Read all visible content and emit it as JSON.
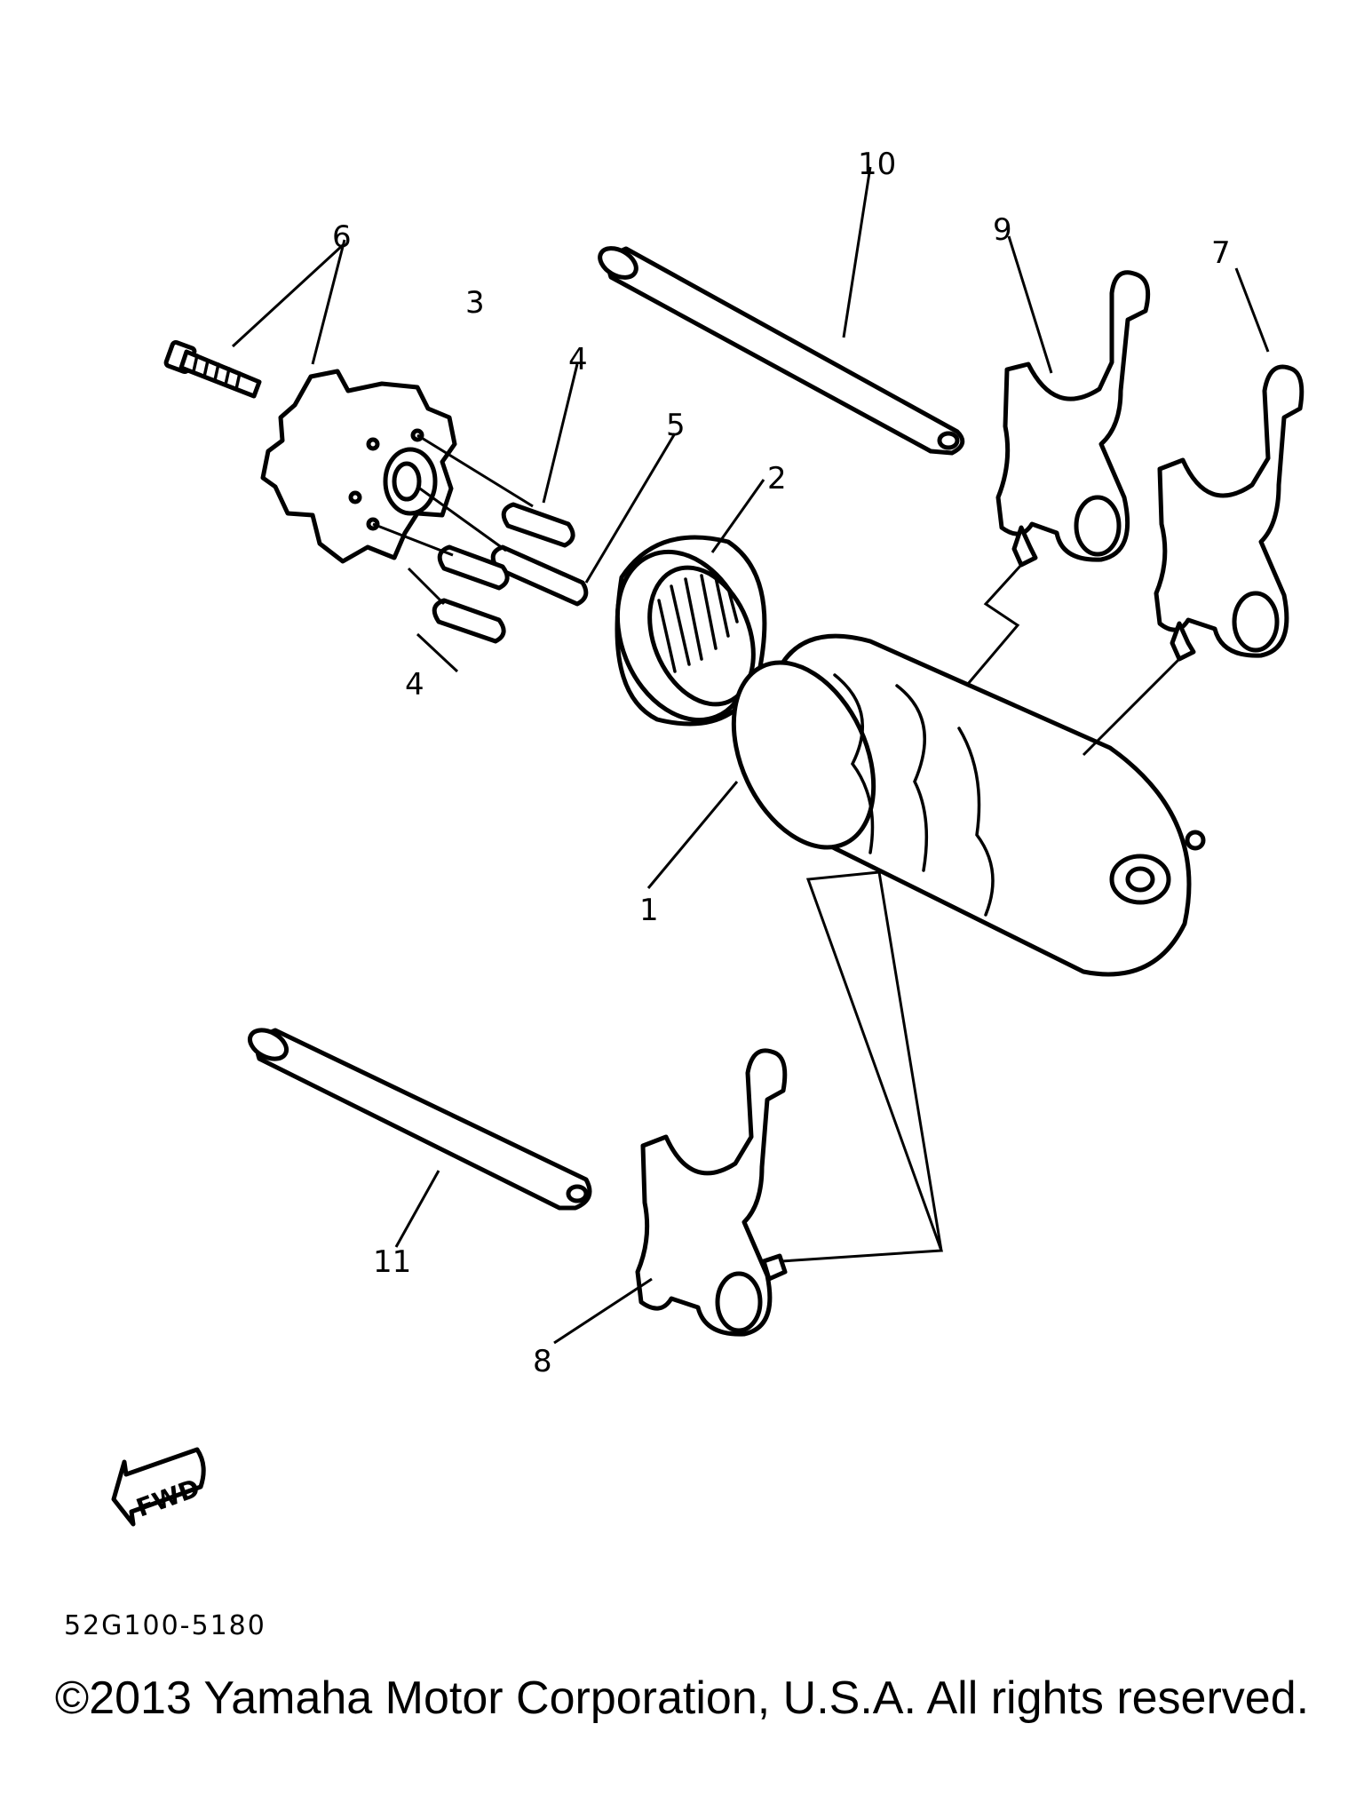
{
  "callouts": [
    "1",
    "2",
    "3",
    "4",
    "4",
    "5",
    "6",
    "7",
    "8",
    "9",
    "10",
    "11"
  ],
  "fwd_label": "FWD",
  "drawing_code": "52G100-5180",
  "copyright": "©2013 Yamaha Motor Corporation, U.S.A. All rights reserved."
}
